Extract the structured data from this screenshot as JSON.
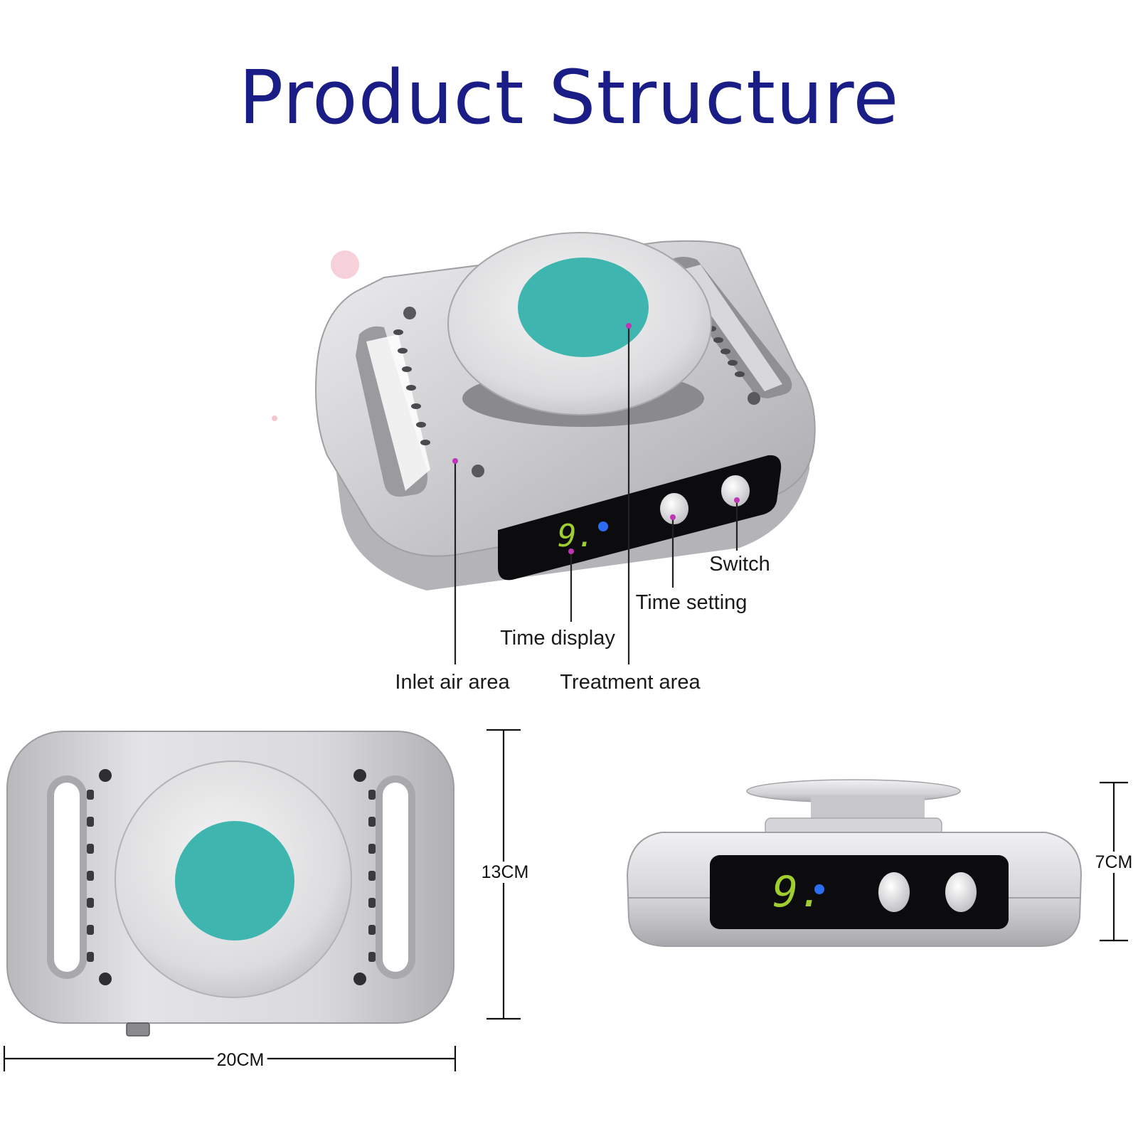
{
  "title": "Product Structure",
  "colors": {
    "title": "#1b1d86",
    "treatment_pad": "#3fb5b0",
    "device_body": "#c9c9cb",
    "control_panel": "#0c0c0e",
    "digit": "#9fce2f",
    "indicator_led": "#2b6df0",
    "callout_dot": "#c034b8",
    "leader_line": "#222222"
  },
  "display_digit": "9.",
  "callouts": {
    "switch": "Switch",
    "time_setting": "Time setting",
    "time_display": "Time display",
    "inlet_air_area": "Inlet air area",
    "treatment_area": "Treatment area"
  },
  "dimensions": {
    "width": "20CM",
    "height": "13CM",
    "thickness": "7CM"
  }
}
